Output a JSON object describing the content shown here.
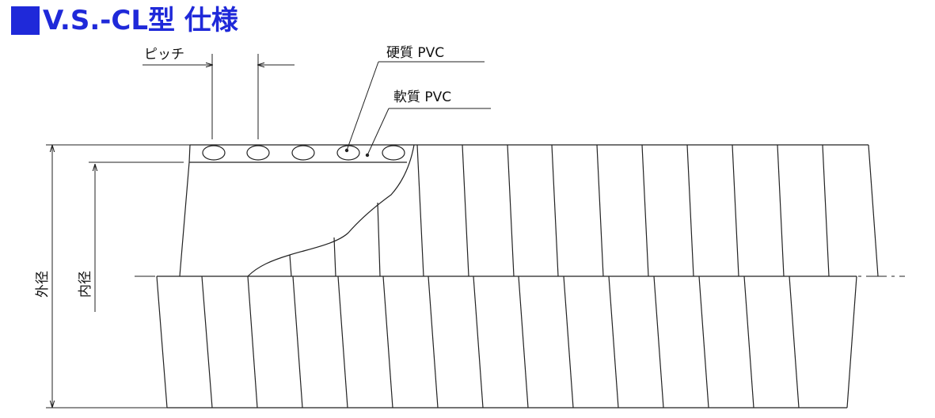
{
  "title": {
    "text": "V.S.-CL型 仕様",
    "color": "#1f29d9",
    "marker_icon": "square-bullet-icon"
  },
  "labels": {
    "pitch": "ピッチ",
    "hard_pvc": "硬質 PVC",
    "soft_pvc": "軟質 PVC",
    "outer_diameter": "外径",
    "inner_diameter": "内径"
  },
  "colors": {
    "line": "#222222",
    "background": "#ffffff"
  }
}
